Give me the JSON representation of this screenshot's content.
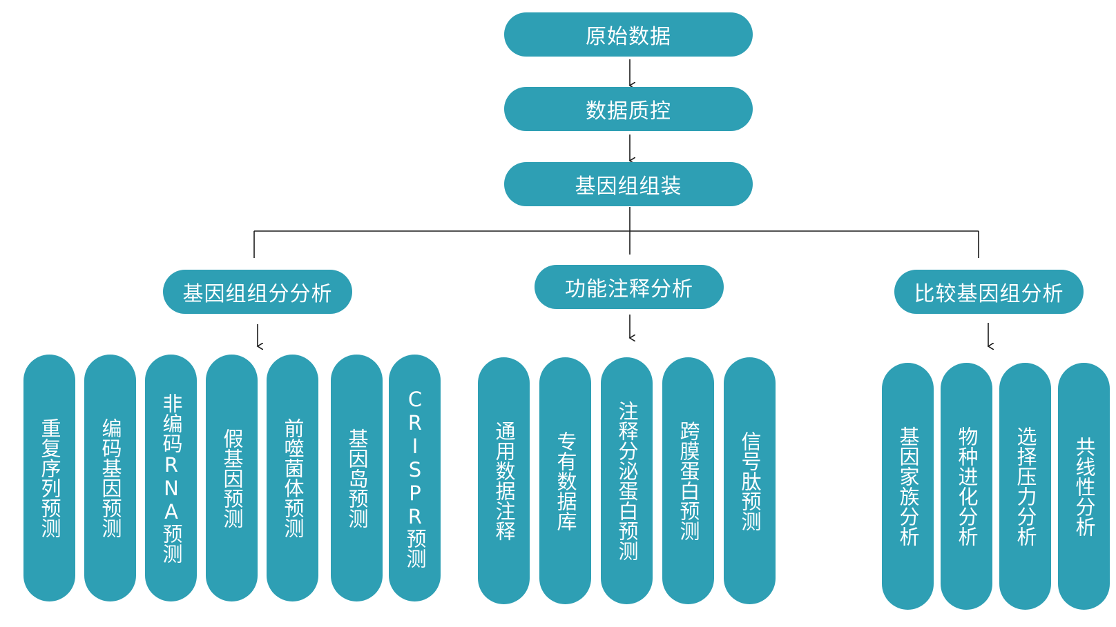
{
  "colors": {
    "node_fill": "#2e9fb4",
    "node_text": "#ffffff",
    "line": "#1a1a1a"
  },
  "pipeline": [
    {
      "label": "原始数据"
    },
    {
      "label": "数据质控"
    },
    {
      "label": "基因组组装"
    }
  ],
  "categories": [
    {
      "label": "基因组组分分析",
      "items": [
        "重复序列预测",
        "编码基因预测",
        "非编码RNA预测",
        "假基因预测",
        "前噬菌体预测",
        "基因岛预测",
        "CRISPR预测"
      ]
    },
    {
      "label": "功能注释分析",
      "items": [
        "通用数据注释",
        "专有数据库",
        "注释分泌蛋白预测",
        "跨膜蛋白预测",
        "信号肽预测"
      ]
    },
    {
      "label": "比较基因组分析",
      "items": [
        "基因家族分析",
        "物种进化分析",
        "选择压力分析",
        "共线性分析"
      ]
    }
  ]
}
